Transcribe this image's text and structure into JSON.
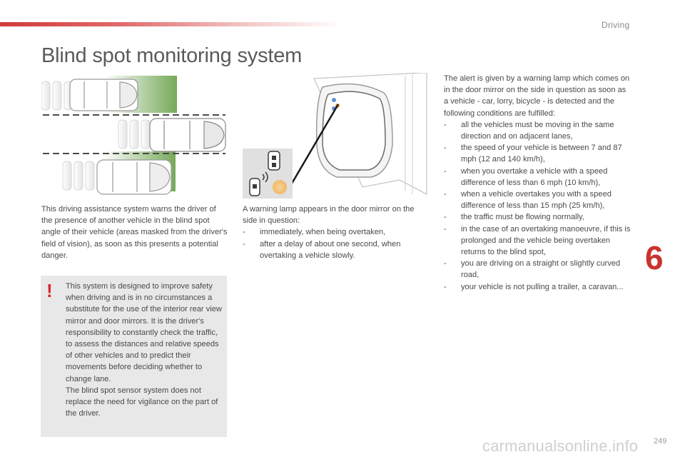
{
  "header": {
    "section": "Driving",
    "title": "Blind spot monitoring system"
  },
  "chapter_number": "6",
  "page_number": "249",
  "watermark": "carmanualsonline.info",
  "intro": "This driving assistance system warns the driver of the presence of another vehicle in the blind spot angle of their vehicle (areas masked from the driver's field of vision), as soon as this presents a potential danger.",
  "warning": {
    "mark": "!",
    "text": "This system is designed to improve safety when driving and is in no circumstances a substitute for the use of the interior rear view mirror and door mirrors. It is the driver's responsibility to constantly check the traffic, to assess the distances and relative speeds of other vehicles and to predict their movements before deciding whether to change lane.",
    "text2": "The blind spot sensor system does not replace the need for vigilance on the part of the driver."
  },
  "lamp": {
    "intro": "A warning lamp appears in the door mirror on the side in question:",
    "items": [
      "immediately, when being overtaken,",
      "after a delay of about one second, when overtaking a vehicle slowly."
    ]
  },
  "alert": {
    "intro": "The alert is given by a warning lamp which comes on in the door mirror on the side in question as soon as a vehicle - car, lorry, bicycle - is detected and the following conditions are fulfilled:",
    "items": [
      "all the vehicles must be moving in the same direction and on adjacent lanes,",
      "the speed of your vehicle is between 7 and 87 mph (12 and 140 km/h),",
      "when you overtake a vehicle with a speed difference of less than 6 mph (10 km/h),",
      "when a vehicle overtakes you with a speed difference of less than 15 mph (25 km/h),",
      "the traffic must be flowing normally,",
      "in the case of an overtaking manoeuvre, if this is prolonged and the vehicle being overtaken returns to the blind spot,",
      "you are driving on a straight or slightly curved road,",
      "your vehicle is not pulling a trailer, a caravan..."
    ]
  },
  "colors": {
    "accent": "#c9332f",
    "zone_green": "#5e9a3c",
    "warn_bg": "#e8e8e8",
    "lamp_amber": "#f0b866"
  }
}
